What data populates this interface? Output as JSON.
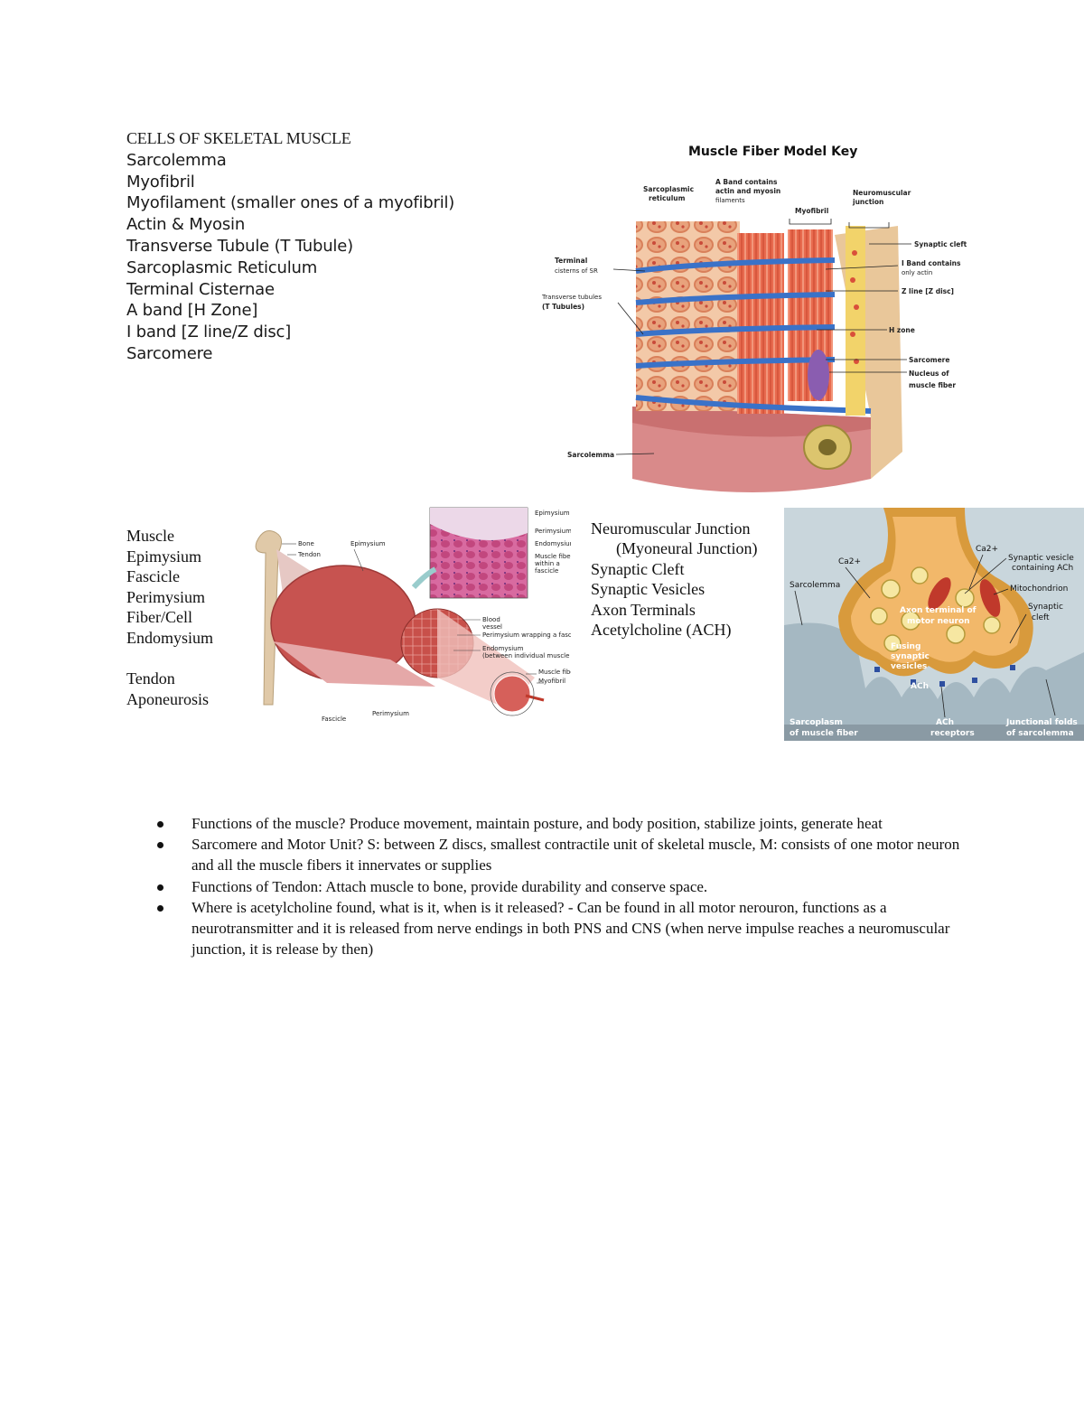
{
  "cells_list": {
    "heading": "CELLS OF SKELETAL MUSCLE",
    "items": [
      "Sarcolemma",
      "Myofibril",
      "Myofilament (smaller ones of a myofibril)",
      "Actin & Myosin",
      "Transverse Tubule (T Tubule)",
      "Sarcoplasmic Reticulum",
      "Terminal Cisternae",
      "A band [H Zone]",
      "I band [Z line/Z disc]",
      "Sarcomere"
    ]
  },
  "muscle_fiber_figure": {
    "title": "Muscle Fiber Model Key",
    "labels": {
      "sarcoplasmic_reticulum": [
        "Sarcoplasmic",
        "reticulum"
      ],
      "a_band": [
        "A Band contains",
        "actin and myosin",
        "filaments"
      ],
      "myofibril": "Myofibril",
      "neuromuscular_junction": [
        "Neuromuscular",
        "junction"
      ],
      "synaptic_cleft": "Synaptic cleft",
      "i_band": [
        "I Band contains",
        "only actin"
      ],
      "z_line": "Z line [Z disc]",
      "h_zone": "H zone",
      "sarcomere": "Sarcomere",
      "nucleus": [
        "Nucleus of",
        "muscle fiber"
      ],
      "terminal_cisterns": [
        "Terminal",
        "cisterns of SR"
      ],
      "transverse_tubules": [
        "Transverse tubules",
        "(T Tubules)"
      ],
      "sarcolemma": "Sarcolemma"
    }
  },
  "muscle_list": {
    "items_a": [
      "Muscle",
      "Epimysium",
      "Fascicle",
      "Perimysium",
      "Fiber/Cell",
      "Endomysium"
    ],
    "items_b": [
      "Tendon",
      "Aponeurosis"
    ]
  },
  "muscle_structure_figure": {
    "labels": {
      "bone": "Bone",
      "tendon": "Tendon",
      "epimysium": "Epimysium",
      "fascicle": "Fascicle",
      "perimysium": "Perimysium",
      "blood_vessel": [
        "Blood",
        "vessel"
      ],
      "perimysium_wrapping": "Perimysium wrapping a fascicle",
      "endomysium": [
        "Endomysium",
        "(between individual muscle fibers)"
      ],
      "muscle_fiber": "Muscle fiber",
      "myofibril": "Myofibril",
      "inset_epimysium": "Epimysium",
      "inset_perimysium": "Perimysium",
      "inset_endomysium": "Endomysium",
      "inset_fiber": [
        "Muscle fiber",
        "within a",
        "fascicle"
      ]
    }
  },
  "nmj_list": {
    "items": [
      "Neuromuscular Junction",
      "(Myoneural Junction)",
      "Synaptic Cleft",
      "Synaptic Vesicles",
      "Axon Terminals",
      "Acetylcholine (ACH)"
    ]
  },
  "nmj_figure": {
    "labels": {
      "ca_left": "Ca2+",
      "ca_right": "Ca2+",
      "synaptic_vesicle": [
        "Synaptic vesicle",
        "containing ACh"
      ],
      "sarcolemma": "Sarcolemma",
      "mitochondrion": "Mitochondrion",
      "synaptic_cleft": [
        "Synaptic",
        "cleft"
      ],
      "axon_terminal": [
        "Axon terminal of",
        "motor neuron"
      ],
      "fusing_vesicles": [
        "Fusing",
        "synaptic",
        "vesicles"
      ],
      "ach": "ACh",
      "sarcoplasm": [
        "Sarcoplasm",
        "of muscle fiber"
      ],
      "ach_receptors": [
        "ACh",
        "receptors"
      ],
      "junctional_folds": [
        "Junctional folds",
        "of sarcolemma"
      ]
    }
  },
  "bullets": [
    "Functions of the muscle?  Produce movement, maintain posture, and body position, stabilize joints, generate heat",
    "Sarcomere and Motor Unit? S: between Z discs, smallest contractile unit of skeletal muscle, M: consists of one motor neuron and all the muscle fibers it innervates or supplies",
    "Functions of Tendon: Attach muscle to bone, provide durability and conserve space.",
    "Where is acetylcholine found, what is it, when is it released? -  Can be found in all motor nerouron, functions as a neurotransmitter and it is released from nerve endings in both PNS and CNS (when nerve impulse reaches a neuromuscular junction, it is release by then)"
  ]
}
